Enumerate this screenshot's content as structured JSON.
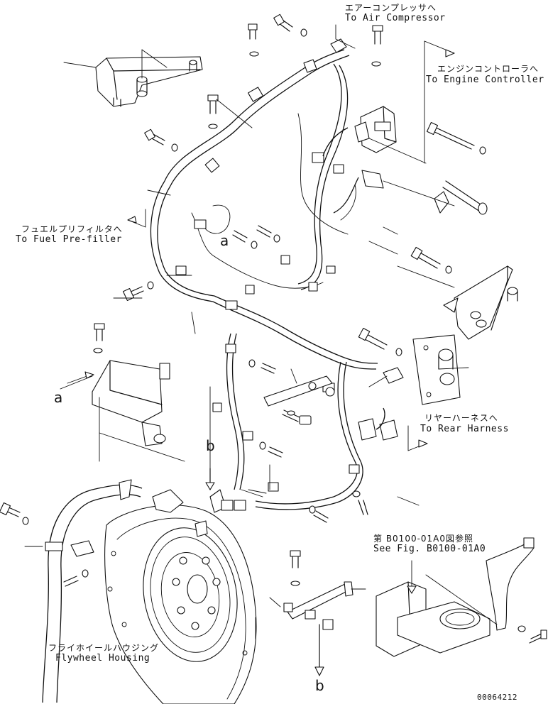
{
  "callouts": {
    "air_compressor_jp": "エアーコンプレッサへ",
    "air_compressor_en": "To Air Compressor",
    "engine_controller_jp": "エンジンコントローラへ",
    "engine_controller_en": "To Engine Controller",
    "fuel_prefilter_jp": "フュエルプリフィルタへ",
    "fuel_prefilter_en": "To Fuel Pre-filler",
    "rear_harness_jp": "リヤーハーネスへ",
    "rear_harness_en": "To Rear Harness",
    "flywheel_jp": "フライホイールハウジング",
    "flywheel_en": "Flywheel Housing",
    "see_fig_jp": "第 B0100-01A0図参照",
    "see_fig_en": "See Fig. B0100-01A0"
  },
  "view_markers": {
    "a_upper": "a",
    "a_left": "a",
    "b_middle": "b",
    "b_bottom": "b"
  },
  "drawing_number": "00064212"
}
